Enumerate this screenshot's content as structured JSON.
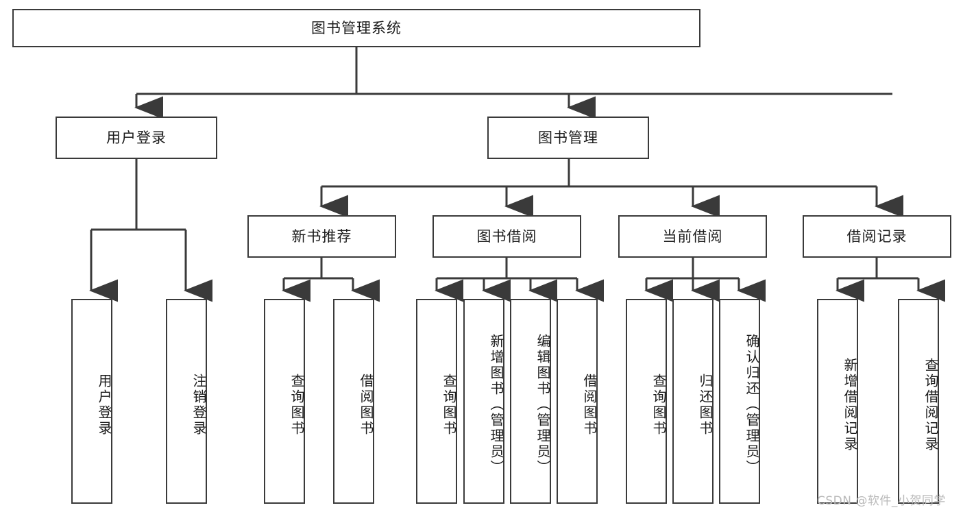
{
  "diagram": {
    "type": "tree-hierarchy",
    "title": "图书管理系统",
    "watermark": "CSDN @软件_小贺同学",
    "colors": {
      "stroke": "#3a3a3a",
      "fill": "#ffffff",
      "text": "#1c1c1c",
      "watermark": "#b9b9b9"
    },
    "levels": {
      "root": {
        "label": "图书管理系统"
      },
      "level2": [
        {
          "id": "user-login",
          "label": "用户登录"
        },
        {
          "id": "book-manage",
          "label": "图书管理"
        }
      ],
      "level3": [
        {
          "id": "new-book-recommend",
          "label": "新书推荐",
          "parent": "book-manage"
        },
        {
          "id": "book-borrow",
          "label": "图书借阅",
          "parent": "book-manage"
        },
        {
          "id": "current-borrow",
          "label": "当前借阅",
          "parent": "book-manage"
        },
        {
          "id": "borrow-record",
          "label": "借阅记录",
          "parent": "book-manage"
        }
      ],
      "leaves": [
        {
          "id": "leaf-user-login",
          "label": "用户登录",
          "parent": "user-login"
        },
        {
          "id": "leaf-logout-login",
          "label": "注销登录",
          "parent": "user-login"
        },
        {
          "id": "leaf-query-book-1",
          "label": "查询图书",
          "parent": "new-book-recommend"
        },
        {
          "id": "leaf-borrow-book-1",
          "label": "借阅图书",
          "parent": "new-book-recommend"
        },
        {
          "id": "leaf-query-book-2",
          "label": "查询图书",
          "parent": "book-borrow"
        },
        {
          "id": "leaf-add-book",
          "label": "新增图书（管理员）",
          "parent": "book-borrow"
        },
        {
          "id": "leaf-edit-book",
          "label": "编辑图书（管理员）",
          "parent": "book-borrow"
        },
        {
          "id": "leaf-borrow-book-2",
          "label": "借阅图书",
          "parent": "book-borrow"
        },
        {
          "id": "leaf-query-book-3",
          "label": "查询图书",
          "parent": "current-borrow"
        },
        {
          "id": "leaf-return-book",
          "label": "归还图书",
          "parent": "current-borrow"
        },
        {
          "id": "leaf-confirm-return",
          "label": "确认归还（管理员）",
          "parent": "current-borrow"
        },
        {
          "id": "leaf-add-record",
          "label": "新增借阅记录",
          "parent": "borrow-record"
        },
        {
          "id": "leaf-query-record",
          "label": "查询借阅记录",
          "parent": "borrow-record"
        }
      ]
    }
  }
}
